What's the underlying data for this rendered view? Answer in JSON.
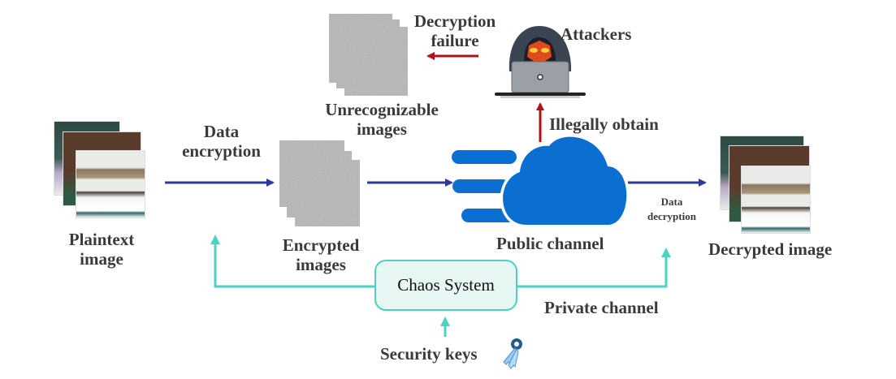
{
  "title": "Chaos-based image encryption scheme",
  "nodes": {
    "plaintext": {
      "label_line1": "Plaintext",
      "label_line2": "image"
    },
    "encrypted": {
      "label_line1": "Encrypted",
      "label_line2": "images"
    },
    "unrecognizable": {
      "label_line1": "Unrecognizable",
      "label_line2": "images"
    },
    "attackers": {
      "label": "Attackers"
    },
    "public_channel": {
      "label": "Public channel"
    },
    "decrypted": {
      "label": "Decrypted image"
    },
    "chaos_system": {
      "label": "Chaos System"
    },
    "security_keys": {
      "label": "Security keys"
    }
  },
  "edges": {
    "data_encryption": {
      "label_line1": "Data",
      "label_line2": "encryption"
    },
    "data_decryption": {
      "label_line1": "Data",
      "label_line2": "decryption"
    },
    "decryption_failure": {
      "label_line1": "Decryption",
      "label_line2": "failure"
    },
    "illegally_obtain": {
      "label": "Illegally obtain"
    },
    "private_channel": {
      "label": "Private channel"
    }
  },
  "colors": {
    "flow_arrow": "#2e3a9a",
    "attack_arrow": "#b0121b",
    "key_channel": "#4fd1c1",
    "cloud": "#0a6fd1",
    "label_text": "#3a3a3a",
    "chaos_box_fill": "#e6f7f4"
  }
}
